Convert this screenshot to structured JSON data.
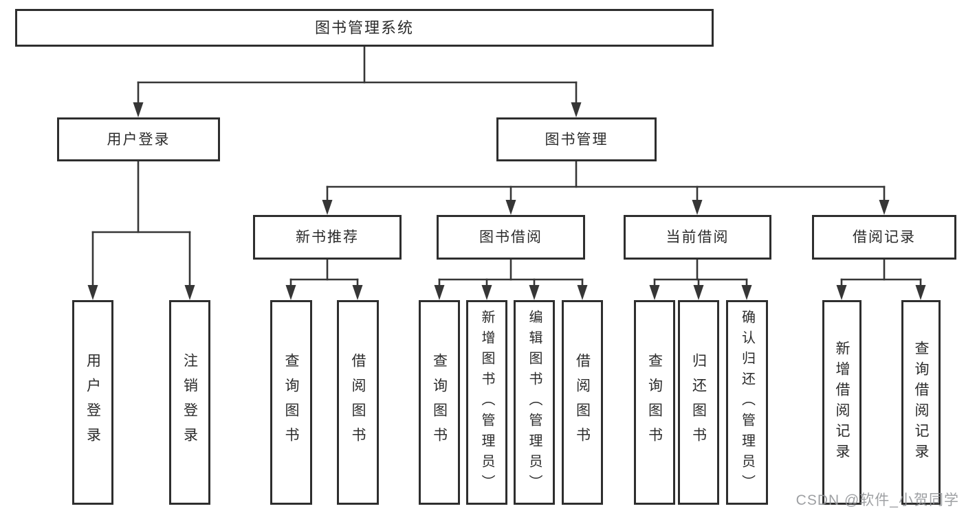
{
  "tree": {
    "root": {
      "label": "图书管理系统"
    },
    "user_login": {
      "label": "用户登录",
      "children": [
        {
          "label": "用户登录"
        },
        {
          "label": "注销登录"
        }
      ]
    },
    "book_mgmt": {
      "label": "图书管理",
      "sections": {
        "new_book": {
          "label": "新书推荐",
          "children": [
            {
              "label": "查询图书"
            },
            {
              "label": "借阅图书"
            }
          ]
        },
        "borrow": {
          "label": "图书借阅",
          "children": [
            {
              "label": "查询图书"
            },
            {
              "label": "新增图书（管理员）"
            },
            {
              "label": "编辑图书（管理员）"
            },
            {
              "label": "借阅图书"
            }
          ]
        },
        "current": {
          "label": "当前借阅",
          "children": [
            {
              "label": "查询图书"
            },
            {
              "label": "归还图书"
            },
            {
              "label": "确认归还（管理员）"
            }
          ]
        },
        "records": {
          "label": "借阅记录",
          "children": [
            {
              "label": "新增借阅记录"
            },
            {
              "label": "查询借阅记录"
            }
          ]
        }
      }
    }
  },
  "watermark": {
    "text": "CSDN @软件_小贺同学"
  },
  "colors": {
    "line": "#363636",
    "box_border": "#2e2e2e",
    "text": "#2b2b2b",
    "watermark": "#949699",
    "background": "#ffffff"
  }
}
